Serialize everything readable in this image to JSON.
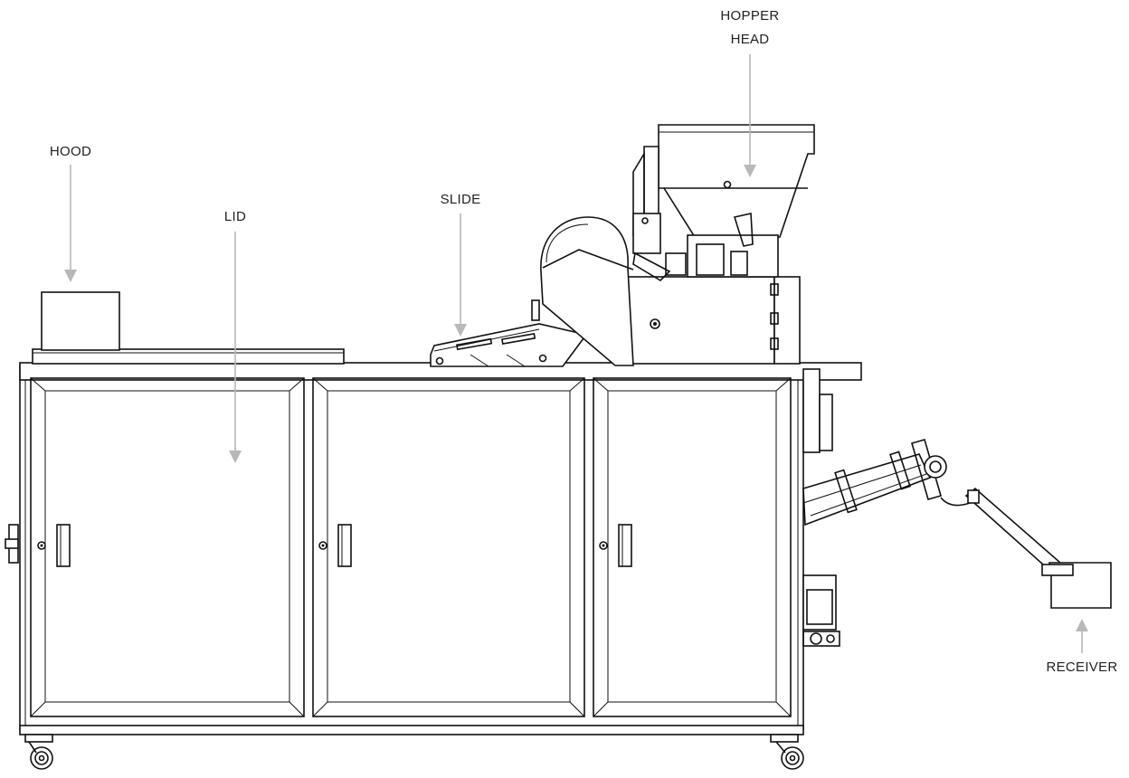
{
  "labels": {
    "hopper_line1": "HOPPER",
    "hopper_line2": "HEAD",
    "hood": "HOOD",
    "lid": "LID",
    "slide": "SLIDE",
    "receiver": "RECEIVER"
  },
  "colors": {
    "line": "#111111",
    "arrow": "#b8b8b8",
    "background": "#ffffff"
  }
}
